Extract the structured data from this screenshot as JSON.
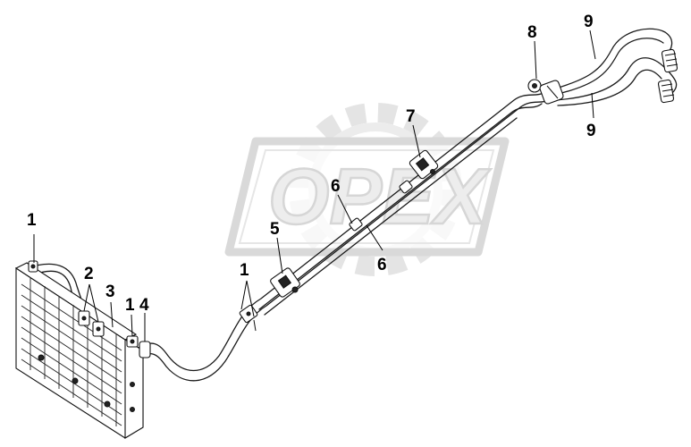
{
  "watermark": {
    "text": "OPEX",
    "gear_color": "#e4e4e4",
    "frame_color": "#d9d9d9"
  },
  "callouts": [
    "1",
    "2",
    "3",
    "1",
    "4",
    "1",
    "5",
    "6",
    "6",
    "7",
    "8",
    "9",
    "9"
  ],
  "colors": {
    "line": "#1a1a1a",
    "label": "#000000",
    "background": "#ffffff"
  }
}
